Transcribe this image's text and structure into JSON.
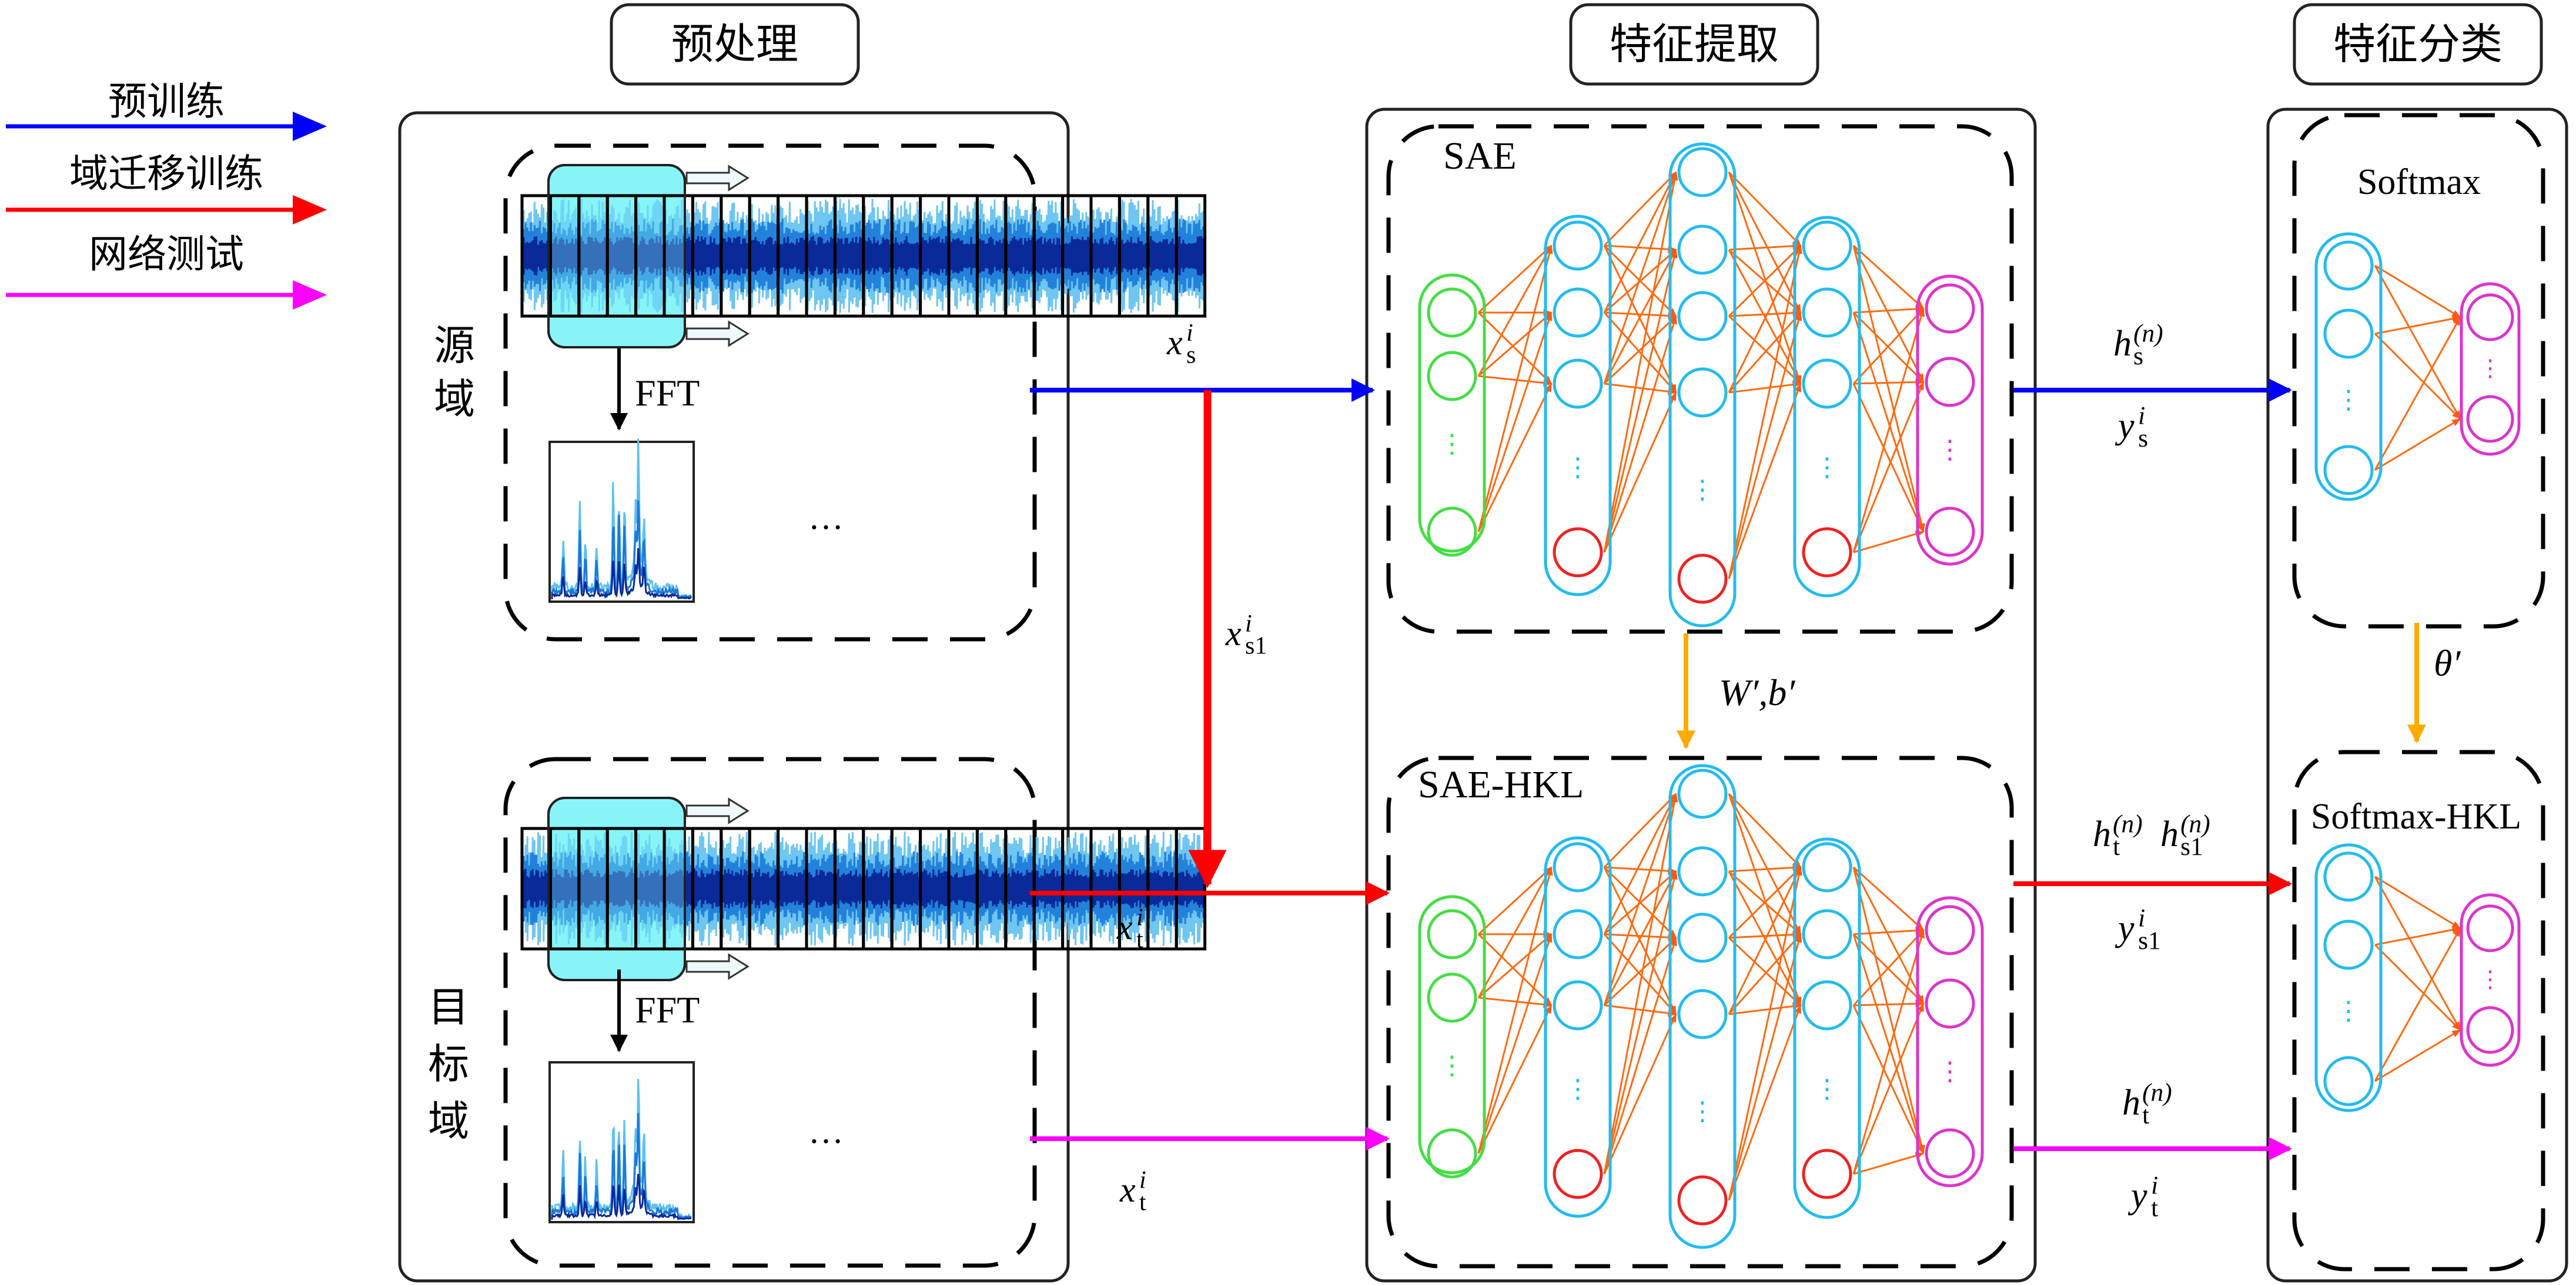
{
  "legend": {
    "items": [
      {
        "label": "预训练",
        "color": "#0000ff"
      },
      {
        "label": "域迁移训练",
        "color": "#ff0000"
      },
      {
        "label": "网络测试",
        "color": "#ff00ff"
      }
    ]
  },
  "headers": {
    "preprocess": "预处理",
    "feature_extraction": "特征提取",
    "feature_classification": "特征分类"
  },
  "preprocess": {
    "source_domain_label": [
      "源",
      "域"
    ],
    "target_domain_label": [
      "目",
      "标",
      "域"
    ],
    "fft_label": "FFT",
    "ellipsis": "…",
    "segment_count": 24,
    "window_segments": 6
  },
  "flows": {
    "source_input": {
      "base": "x",
      "sub": "s",
      "sup": "i"
    },
    "source_transfer": {
      "base": "x",
      "sub": "s1",
      "sup": "i"
    },
    "target_train_input": {
      "base": "x",
      "sub": "t",
      "sup": "i"
    },
    "target_test_input": {
      "base": "x",
      "sub": "t",
      "sup": "i"
    },
    "param_transfer_sae": "W′,b′",
    "param_transfer_softmax": "θ′",
    "source_feature": {
      "base": "h",
      "sub": "s",
      "sup": "(n)"
    },
    "source_label": {
      "base": "y",
      "sub": "s",
      "sup": "i"
    },
    "transfer_feature_t": {
      "base": "h",
      "sub": "t",
      "sup": "(n)"
    },
    "transfer_feature_s1": {
      "base": "h",
      "sub": "s1",
      "sup": "(n)"
    },
    "transfer_label": {
      "base": "y",
      "sub": "s1",
      "sup": "i"
    },
    "test_feature": {
      "base": "h",
      "sub": "t",
      "sup": "(n)"
    },
    "test_label": {
      "base": "y",
      "sub": "t",
      "sup": "i"
    }
  },
  "networks": {
    "sae_title": "SAE",
    "sae_hkl_title": "SAE-HKL",
    "softmax_title": "Softmax",
    "softmax_hkl_title": "Softmax-HKL",
    "ellipsis_vertical": "⋮"
  },
  "colors": {
    "pretrain": "#0000ff",
    "transfer": "#ff0000",
    "test": "#ff00ff",
    "param_arrow": "#ffaa00",
    "input_layer": "#44dd44",
    "hidden_layer": "#22bbee",
    "bias_node": "#ee2222",
    "output_layer": "#dd33cc",
    "connection": "#ff6a10",
    "window_fill": "#88f4f8",
    "wave_dark": "#0a2a9a",
    "wave_mid": "#1a7ad8",
    "wave_light": "#5ec0f0"
  }
}
